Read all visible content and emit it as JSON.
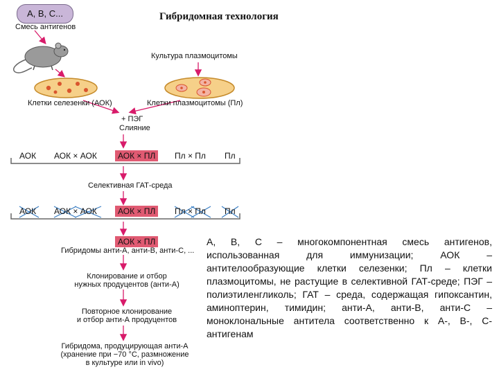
{
  "title": "Гибридомная технология",
  "antigens_box": "A, B, C...",
  "antigen_mix_label": "Смесь антигенов",
  "plasmacytoma_culture_label": "Культура плазмоцитомы",
  "spleen_cells_label": "Клетки селезенки (АОК)",
  "plasmacytoma_cells_label": "Клетки плазмоцитомы (Пл)",
  "peg_label": "+ ПЭГ",
  "fusion_label": "Слияние",
  "row1": [
    "АОК",
    "АОК × АОК",
    "АОК × ПЛ",
    "Пл × Пл",
    "Пл"
  ],
  "selective_medium_label": "Селективная ГАТ-среда",
  "row2": [
    "АОК",
    "АОК × АОК",
    "АОК × ПЛ",
    "Пл × Пл",
    "Пл"
  ],
  "hybrid_box": "АОК × ПЛ",
  "hybridomas_label": "Гибридомы анти-А, анти-В, анти-С, ...",
  "cloning_label": [
    "Клонирование и отбор",
    "нужных продуцентов (анти-А)"
  ],
  "recloning_label": [
    "Повторное клонирование",
    "и отбор анти-А продуцентов"
  ],
  "final_label": [
    "Гибридома, продуцирующая анти-А",
    "(хранение при −70 °С, размножение",
    "в культуре или in vivo)"
  ],
  "caption": "А, В, С – многокомпонентная смесь антигенов, использованная для иммунизации; АОК – антителообразующие клетки селезенки; Пл – клетки плазмоцитомы, не растущие в селективной ГАТ-среде; ПЭГ – полиэтиленгликоль; ГАТ – среда, содержащая гипоксантин, аминоптерин, тимидин; анти-А, анти-В, анти-С – моноклональные антитела соответственно к А-, В-, С-антигенам",
  "colors": {
    "arrow": "#d81b6a",
    "highlight": "#e05a72",
    "dish_fill": "#f6d089",
    "dish_stroke": "#c58a2a",
    "spot": "#d9552e",
    "cross": "#3b7fc4",
    "antigen_box": "#c9b6d8"
  }
}
